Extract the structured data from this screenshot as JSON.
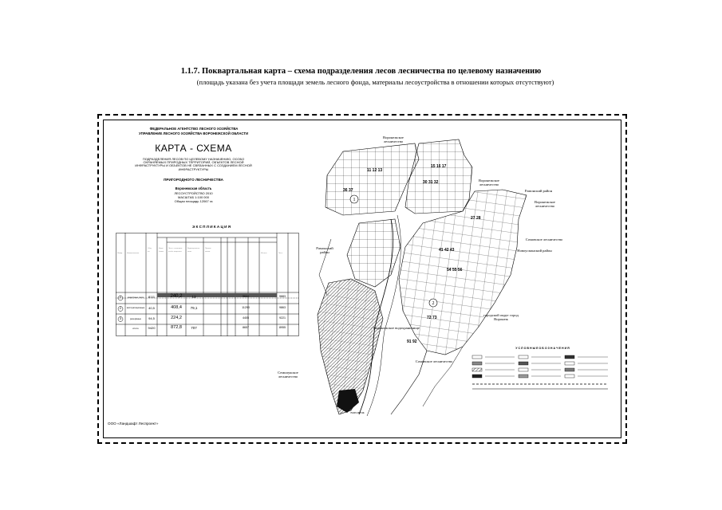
{
  "document": {
    "title": "1.1.7. Поквартальная карта – схема подразделения лесов лесничества по целевому назначению",
    "subtitle": "(площадь указана без учета  площади земель лесного фонда, материалы лесоустройства в  отношении которых отсутствуют)"
  },
  "map": {
    "header": {
      "agency_line1": "ФЕДЕРАЛЬНОЕ АГЕНТСТВО ЛЕСНОГО ХОЗЯЙСТВА",
      "agency_line2": "УПРАВЛЕНИЕ ЛЕСНОГО ХОЗЯЙСТВА ВОРОНЕЖСКОЙ ОБЛАСТИ",
      "scheme_title": "КАРТА - СХЕМА",
      "description": "ПОДРАЗДЕЛЕНИЯ ЛЕСОВ ПО ЦЕЛЕВОМУ НАЗНАЧЕНИЮ, ОСОБО ОХРАНЯЕМЫХ ПРИРОДНЫХ ТЕРРИТОРИЙ, ОБЪЕКТОВ ЛЕСНОЙ ИНФРАСТРУКТУРЫ И ОБЪЕКТОВ НЕ СВЯЗАННЫХ С СОЗДАНИЕМ ЛЕСНОЙ ИНФРАСТРУКТУРЫ",
      "forestry_name": "ПРИГОРОДНОГО ЛЕСНИЧЕСТВА",
      "region": "Воронежская область",
      "year": "ЛЕСОУСТРОЙСТВО 2010",
      "scale": "МАСШТАБ 1:100 000",
      "total_area": "Общая площадь 12067 га"
    },
    "explication": {
      "title": "Э К С П Л И К А Ц И Я",
      "rows": [
        {
          "mark": "1",
          "name": "защитные леса",
          "total": "8111",
          "a": "240,2",
          "b": "13",
          "c": "9644",
          "d": "9883"
        },
        {
          "mark": "2",
          "name": "эксплуатационные",
          "total": "40,5",
          "a": "408,4",
          "b": "79,1",
          "c": "11290",
          "d": "9863"
        },
        {
          "mark": "3",
          "name": "резервные",
          "total": "94,5",
          "a": "224,2",
          "b": "",
          "c": "4405",
          "d": "9221"
        },
        {
          "mark": "",
          "name": "итого",
          "total": "9420",
          "a": "872,8",
          "b": "707",
          "c": "8657",
          "d": "8955"
        }
      ]
    },
    "labels": {
      "voronezh_n": "Воронежское лесничество",
      "voronezh_e": "Воронежское лесничество",
      "ramon_rayon": "Рамонский район",
      "ramon_rayon_w": "Рамонский район",
      "voronezh_obl": "Воронежское лесничество",
      "somovo_e": "Сомовское лесничество",
      "novousman": "Новоусманский район",
      "city_district": "городской округ город Воронеж",
      "vorvodohran": "Воронежское водохранилище",
      "somovo_s": "Сомовское лесничество",
      "semiluki": "Семилукское лесничество",
      "city_bottom": "ВОРОНЕЖ"
    },
    "legend_title": "У С Л О В Н Ы Е  О Б О З Н А Ч Е Н И Я",
    "footer_org": "ООО «Ландшафт Леспроект»",
    "zone_marks": [
      "1",
      "2"
    ]
  }
}
